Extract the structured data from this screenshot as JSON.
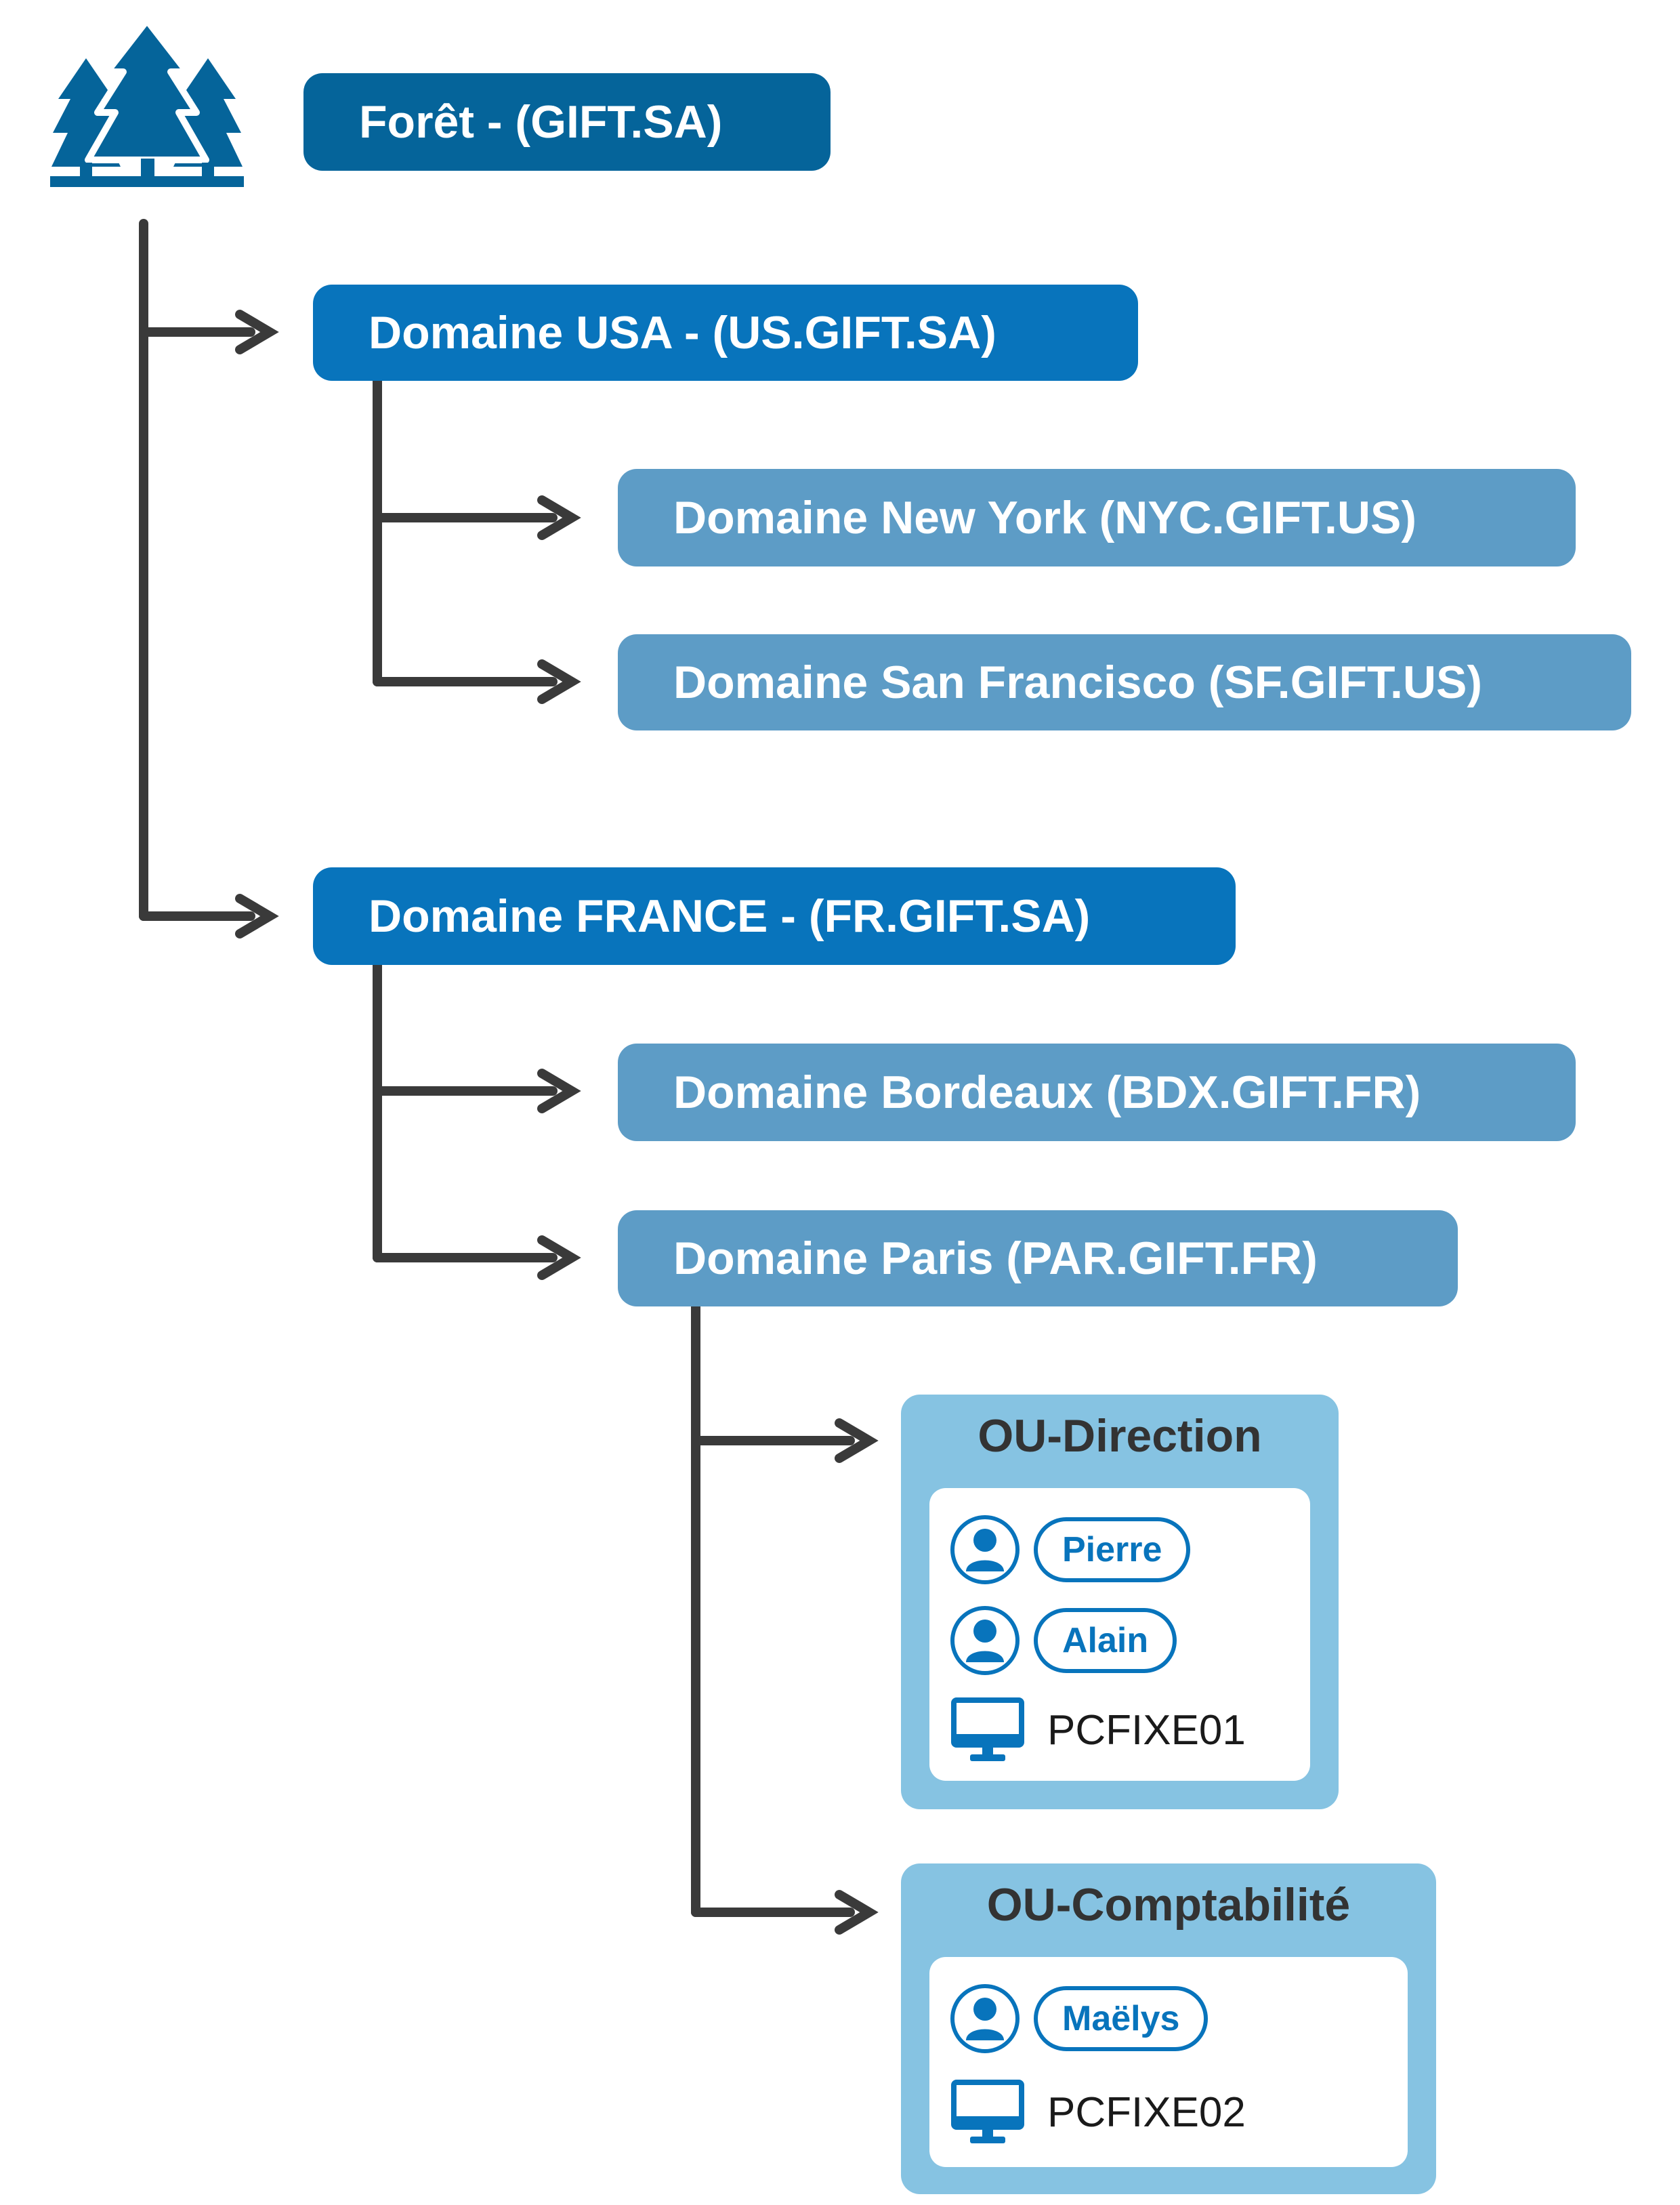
{
  "forest": {
    "label": "Forêt - (GIFT.SA)",
    "icon": "forest-icon"
  },
  "domains": [
    {
      "label": "Domaine USA - (US.GIFT.SA)",
      "children": [
        {
          "label": "Domaine New York (NYC.GIFT.US)"
        },
        {
          "label": "Domaine San Francisco (SF.GIFT.US)"
        }
      ]
    },
    {
      "label": "Domaine FRANCE - (FR.GIFT.SA)",
      "children": [
        {
          "label": "Domaine Bordeaux (BDX.GIFT.FR)"
        },
        {
          "label": "Domaine Paris (PAR.GIFT.FR)"
        }
      ]
    }
  ],
  "ous": [
    {
      "title": "OU-Direction",
      "users": [
        "Pierre",
        "Alain"
      ],
      "computers": [
        "PCFIXE01"
      ]
    },
    {
      "title": "OU-Comptabilité",
      "users": [
        "Maëlys"
      ],
      "computers": [
        "PCFIXE02"
      ]
    }
  ],
  "colors": {
    "forest": "#05649a",
    "domain": "#0874bc",
    "subdomain": "#5d9cc6",
    "ou_background": "#86c3e2",
    "connector": "#3a3a3a",
    "user_accent": "#0874bc"
  }
}
